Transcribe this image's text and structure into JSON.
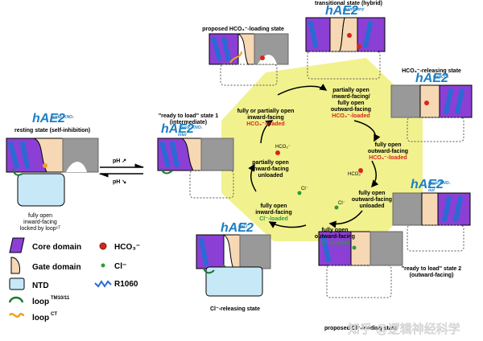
{
  "colors": {
    "core": "#8c3fd4",
    "gate": "#f6d8b4",
    "ntd": "#c6e8f7",
    "cycle_bg": "#eef07a",
    "red": "#d9251d",
    "green": "#2f9a3b",
    "loop_green": "#1e7a36",
    "loop_orange": "#f0a020",
    "r1060": "#2a6ad4",
    "blue_label": "#1b7fc4"
  },
  "resting": {
    "protein_name": "hAE2",
    "protein_sup": "acidic-KNO₃",
    "title": "resting state (self-inhibition)",
    "ntd_caption_1": "fully open",
    "ntd_caption_2": "inward-facing",
    "ntd_caption_3": "locked by loopᶜᵀ"
  },
  "ph": {
    "up": "pH ↗",
    "down": "pH ↘"
  },
  "ready1": {
    "title_1": "\"ready to load\" state 1",
    "title_2": "(intermediate)",
    "protein_name": "hAE2",
    "protein_sub": "inter",
    "protein_sup": "basic-KNO₃"
  },
  "hco3_loading": {
    "title": "proposed HCO₃⁻-loading state"
  },
  "transitional": {
    "title": "transitional state (hybrid)",
    "protein_name": "hAE2",
    "protein_sup": "asymmetry"
  },
  "hco3_releasing": {
    "title": "HCO₃⁻-releasing state",
    "protein_name": "hAE2",
    "protein_sup": "NaHCO₃"
  },
  "ready2": {
    "protein_name": "hAE2",
    "protein_sub": "out",
    "protein_sup": "basic-KNO₃",
    "title_1": "\"ready to load\" state 2",
    "title_2": "(outward-facing)"
  },
  "cl_loading": {
    "title": "proposed Cl⁻-loading state"
  },
  "cl_releasing": {
    "protein_name": "hAE2",
    "protein_sup": "NaCl",
    "title": "Cl⁻-releasing state"
  },
  "cycle": {
    "s1_l1": "fully or partially open",
    "s1_l2": "inward-facing",
    "s1_l3": "HCO₃⁻-loaded",
    "s2_l1": "partially open",
    "s2_l2": "inward-facing/",
    "s2_l3": "fully open",
    "s2_l4": "outward-facing",
    "s2_l5": "HCO₃⁻-loaded",
    "s3_l1": "fully open",
    "s3_l2": "outward-facing",
    "s3_l3": "HCO₃⁻-loaded",
    "s4_l1": "fully open",
    "s4_l2": "outward-facing",
    "s4_l3": "unloaded",
    "s5_l1": "fully open",
    "s5_l2": "outward-facing",
    "s5_l3": "Cl⁻-loaded",
    "s6_l1": "fully open",
    "s6_l2": "inward-facing",
    "s6_l3": "Cl⁻-loaded",
    "s7_l1": "partially open",
    "s7_l2": "inward-facing",
    "s7_l3": "unloaded",
    "ion_hco3_a": "HCO₃⁻",
    "ion_hco3_b": "HCO₃⁻",
    "ion_cl_a": "Cl⁻",
    "ion_cl_b": "Cl⁻"
  },
  "legend": {
    "core": "Core domain",
    "gate": "Gate domain",
    "ntd": "NTD",
    "loop_tm": "loop",
    "loop_tm_sup": "TM10/11",
    "loop_ct": "loop",
    "loop_ct_sup": "CT",
    "hco3": "HCO₃⁻",
    "cl": "Cl⁻",
    "r1060": "R1060"
  },
  "watermark": "知乎 @逻辑神经科学"
}
